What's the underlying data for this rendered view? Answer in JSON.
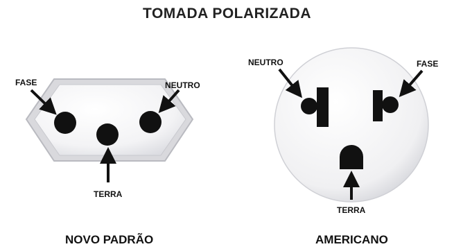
{
  "title": "TOMADA POLARIZADA",
  "left": {
    "caption": "NOVO PADRÃO",
    "labels": {
      "fase": "FASE",
      "neutro": "NEUTRO",
      "terra": "TERRA"
    }
  },
  "right": {
    "caption": "AMERICANO",
    "labels": {
      "neutro": "NEUTRO",
      "fase": "FASE",
      "terra": "TERRA"
    }
  }
}
